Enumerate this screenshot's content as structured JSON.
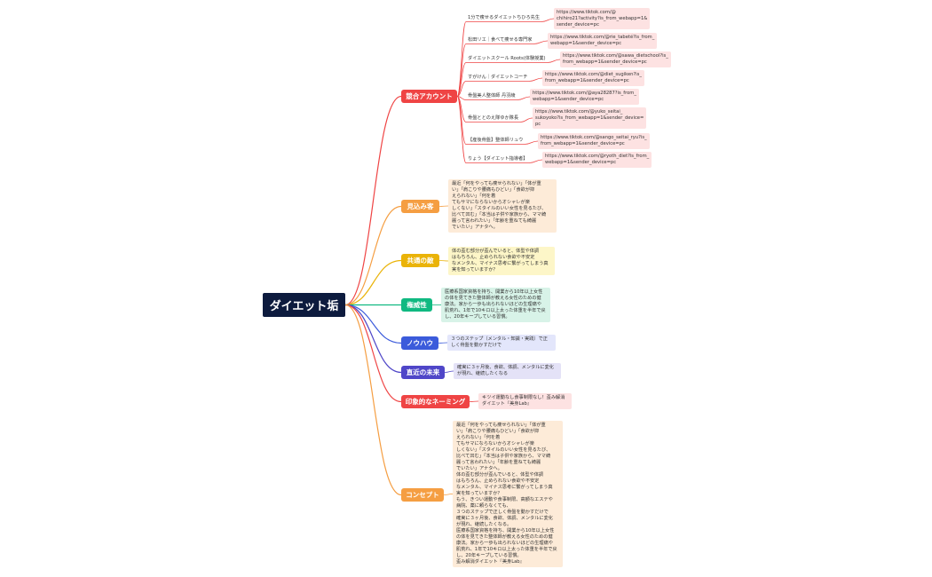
{
  "root": {
    "label": "ダイエット垢"
  },
  "branches": {
    "competitors": {
      "label": "競合アカウント",
      "color": "#ef4444",
      "accounts": [
        {
          "name": "1分で痩せるダイエットちひろ先生",
          "url": "https://www.tiktok.com/@\nchihiro21?activity?is_from_webapp=1&\nsender_device=pc"
        },
        {
          "name": "松田リエ｜食べて痩せる専門家",
          "url": "https://www.tiktok.com/@rie_tabeté?is_from_\nwebapp=1&sender_device=pc"
        },
        {
          "name": "ダイエットスクール Roots(体験授業)",
          "url": "https://www.tiktok.com/@sawa_dietschool?is_\nfrom_webapp=1&sender_device=pc"
        },
        {
          "name": "すがけん｜ダイエットコーチ",
          "url": "https://www.tiktok.com/@diet_sugiken?is_\nfrom_webapp=1&sender_device=pc"
        },
        {
          "name": "骨盤美人整体師 丹羽綾",
          "url": "https://www.tiktok.com/@aya28287?is_from_\nwebapp=1&sender_device=pc"
        },
        {
          "name": "骨盤ととのえ隊ゆか隊長",
          "url": "https://www.tiktok.com/@yuko_seitai_\nsukoyoko?is_from_webapp=1&sender_device=\npc"
        },
        {
          "name": "【産後骨盤】整体師リュウ",
          "url": "https://www.tiktok.com/@sango_seitai_ryu?is_\nfrom_webapp=1&sender_device=pc"
        },
        {
          "name": "りょう【ダイエット指導者】",
          "url": "https://www.tiktok.com/@ryoth_diet?is_from_\nwebapp=1&sender_device=pc"
        }
      ]
    },
    "prospects": {
      "label": "見込み客",
      "color": "#f59e42",
      "text": "最近「何をやっても痩せられない」「体が重\nい」「肩こりや腰痛もひどい」「食欲が抑\nえられない」「何を着\nてもサマにならないからオシャレが楽\nしくない」「スタイルのいい女性を見るたび、\n比べて凹む」「本当は子供や家族から、ママ綺\n麗って言われたい」「年齢を重ねても綺麗\nでいたい」アナタへ。"
    },
    "enemy": {
      "label": "共通の敵",
      "color": "#eab308",
      "text": "体の歪む部分が歪んでいると、体型や体調\nはもちろん、止められない食欲や不安定\nなメンタル、マイナス思考に繋がってしまう真\n実を知っていますか？"
    },
    "authority": {
      "label": "権威性",
      "color": "#10b981",
      "text": "医療系国家資格を持ち、開業から10年以上女性\nの体を見てきた整体師が教える女性のための健\n康法。家から一歩も出られないほどの生理痛や\n肌荒れ、1年で10キロ以上太った体重を半年で戻\nし、20年キープしている習慣。"
    },
    "knowhow": {
      "label": "ノウハウ",
      "color": "#3b5bdb",
      "text": "３つのステップ（メンタル・知識・実践）で正\nしく骨盤を動かすだけで"
    },
    "future": {
      "label": "直近の未来",
      "color": "#4f46c8",
      "text": "確実に３ヶ月後、食欲、体調、メンタルに変化\nが現れ、継続したくなる"
    },
    "naming": {
      "label": "印象的なネーミング",
      "color": "#ef4444",
      "text": "キツイ運動なし食事制限なし！歪み解消\nダイエット『美身Lab』"
    },
    "concept": {
      "label": "コンセプト",
      "color": "#f59e42",
      "text": "最近「何をやっても痩せられない」「体が重\nい」「肩こりや腰痛もひどい」「食欲が抑\nえられない」「何を着\nてもサマにならないからオシャレが楽\nしくない」「スタイルのいい女性を見るたび、\n比べて凹む」「本当は子供や家族から、ママ綺\n麗って言われたい」「年齢を重ねても綺麗\nでいたい」アナタへ。\n体の歪む部分が歪んでいると、体型や体調\nはもちろん、止められない食欲や不安定\nなメンタル、マイナス思考に繋がってしまう真\n実を知っていますか？\nもう、きつい運動や食事制限、高額なエステや\n病院、薬に頼らなくても、\n３つのステップで正しく骨盤を動かすだけで\n確実に３ヶ月後、食欲、体調、メンタルに変化\nが現れ、継続したくなる。\n医療系国家資格を持ち、開業から10年以上女性\nの体を見てきた整体師が教える女性のための健\n康法。家から一歩も出られないほどの生理痛や\n肌荒れ、1年で10キロ以上太った体重を半年で戻\nし、20年キープしている習慣。\n歪み解消ダイエット『美身Lab』"
    }
  }
}
